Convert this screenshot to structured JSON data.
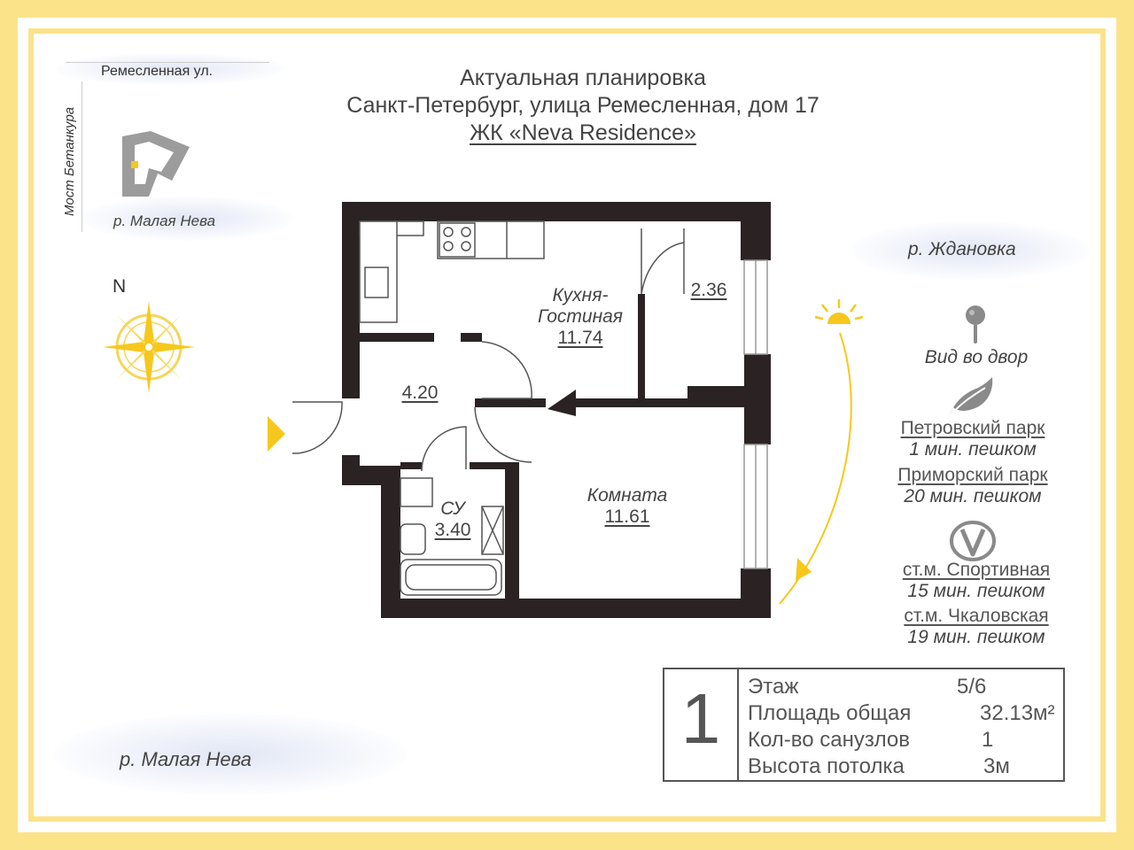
{
  "header": {
    "line1": "Актуальная планировка",
    "line2": "Санкт-Петербург, улица Ремесленная, дом 17",
    "line3": "ЖК «Neva Residence»"
  },
  "map": {
    "street_top": "Ремесленная ул.",
    "bridge": "Мост Бетанкура",
    "river_small": "р. Малая Нева",
    "north": "N"
  },
  "rivers": {
    "zhdanovka": "р. Ждановка",
    "malaya_neva": "р. Малая Нева"
  },
  "rooms": {
    "kitchen_name_1": "Кухня-",
    "kitchen_name_2": "Гостиная",
    "kitchen_area": "11.74",
    "storage_area": "2.36",
    "hall_area": "4.20",
    "bath_name": "СУ",
    "bath_area": "3.40",
    "room_name": "Комната",
    "room_area": "11.61"
  },
  "info": {
    "view": "Вид во двор",
    "park1_name": "Петровский парк",
    "park1_time": "1 мин. пешком",
    "park2_name": "Приморский парк",
    "park2_time": "20 мин. пешком",
    "metro1_name": "ст.м. Спортивная",
    "metro1_time": "15 мин. пешком",
    "metro2_name": "ст.м. Чкаловская",
    "metro2_time": "19 мин. пешком"
  },
  "specs": {
    "rooms_count": "1",
    "rows": [
      {
        "label": "Этаж",
        "value": "5/6"
      },
      {
        "label": "Площадь общая",
        "value": "32.13м²"
      },
      {
        "label": "Кол-во санузлов",
        "value": "1"
      },
      {
        "label": "Высота потолка",
        "value": "3м"
      }
    ]
  },
  "colors": {
    "frame": "#fbe38a",
    "sun": "#f6c81d",
    "wall": "#2b2323",
    "water": "#c8d2eb"
  },
  "icons": [
    "compass-icon",
    "sun-icon",
    "pin-icon",
    "leaf-icon",
    "metro-icon",
    "building-icon",
    "entrance-arrow-icon"
  ]
}
